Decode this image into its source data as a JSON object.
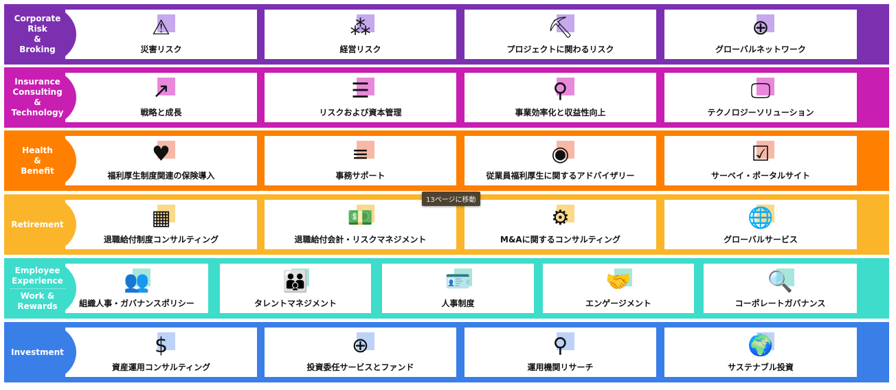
{
  "rows": [
    {
      "color": "#7b30b0",
      "hl": "#c5a8ee",
      "label": [
        "Corporate",
        "Risk",
        "&",
        "Broking"
      ],
      "items": [
        {
          "label": "災害リスク",
          "icon": "warning-icon",
          "glyph": "⚠"
        },
        {
          "label": "経営リスク",
          "icon": "crowd-icon",
          "glyph": "⁂"
        },
        {
          "label": "プロジェクトに関わるリスク",
          "icon": "excavator-icon",
          "glyph": "⛏"
        },
        {
          "label": "グローバルネットワーク",
          "icon": "network-globe-icon",
          "glyph": "⊕"
        }
      ]
    },
    {
      "color": "#c81eb2",
      "hl": "#e889dc",
      "label": [
        "Insurance",
        "Consulting",
        "&",
        "Technology"
      ],
      "items": [
        {
          "label": "戦略と成長",
          "icon": "growth-chart-icon",
          "glyph": "↗"
        },
        {
          "label": "リスクおよび資本管理",
          "icon": "document-icon",
          "glyph": "☰"
        },
        {
          "label": "事業効率化と収益性向上",
          "icon": "analytics-icon",
          "glyph": "⚲"
        },
        {
          "label": "テクノロジーソリューション",
          "icon": "monitor-icon",
          "glyph": "🖵"
        }
      ]
    },
    {
      "color": "#ff7f00",
      "hl": "#f7b8a6",
      "label": [
        "Health",
        "&",
        "Benefit"
      ],
      "items": [
        {
          "label": "福利厚生制度関連の保険導入",
          "icon": "heart-hand-icon",
          "glyph": "♥"
        },
        {
          "label": "事務サポート",
          "icon": "server-icon",
          "glyph": "≡"
        },
        {
          "label": "従業員福利厚生に関するアドバイザリー",
          "icon": "people-circle-icon",
          "glyph": "◉"
        },
        {
          "label": "サーベイ・ポータルサイト",
          "icon": "checklist-icon",
          "glyph": "☑"
        }
      ]
    },
    {
      "color": "#fbb52a",
      "hl": "#fbd98a",
      "label": [
        "Retirement"
      ],
      "items": [
        {
          "label": "退職給付制度コンサルティング",
          "icon": "calculator-icon",
          "glyph": "▦"
        },
        {
          "label": "退職給付会計・リスクマネジメント",
          "icon": "cash-icon",
          "glyph": "💵"
        },
        {
          "label": "M&Aに関するコンサルティング",
          "icon": "gears-icon",
          "glyph": "⚙"
        },
        {
          "label": "グローバルサービス",
          "icon": "globe-icon",
          "glyph": "🌐"
        }
      ]
    },
    {
      "color": "#3ddccb",
      "hl": "#a6e6dd",
      "label": [
        "Employee",
        "Experience",
        "Work &",
        "Rewards"
      ],
      "sep": true,
      "items": [
        {
          "label": "組織人事・ガバナンスポリシー",
          "icon": "org-people-icon",
          "glyph": "👥"
        },
        {
          "label": "タレントマネジメント",
          "icon": "team-icon",
          "glyph": "👪"
        },
        {
          "label": "人事制度",
          "icon": "id-badge-icon",
          "glyph": "🪪"
        },
        {
          "label": "エンゲージメント",
          "icon": "handshake-icon",
          "glyph": "🤝"
        },
        {
          "label": "コーポレートガバナンス",
          "icon": "search-person-icon",
          "glyph": "🔍"
        }
      ]
    },
    {
      "color": "#3a7ee8",
      "hl": "#bcd2f7",
      "label": [
        "Investment"
      ],
      "items": [
        {
          "label": "資産運用コンサルティング",
          "icon": "dollar-cycle-icon",
          "glyph": "$"
        },
        {
          "label": "投資委任サービスとファンド",
          "icon": "target-icon",
          "glyph": "⊕"
        },
        {
          "label": "運用機関リサーチ",
          "icon": "magnifier-icon",
          "glyph": "⚲"
        },
        {
          "label": "サステナブル投資",
          "icon": "eco-globe-icon",
          "glyph": "🌍"
        }
      ]
    }
  ],
  "tooltip": "13ページに移動"
}
